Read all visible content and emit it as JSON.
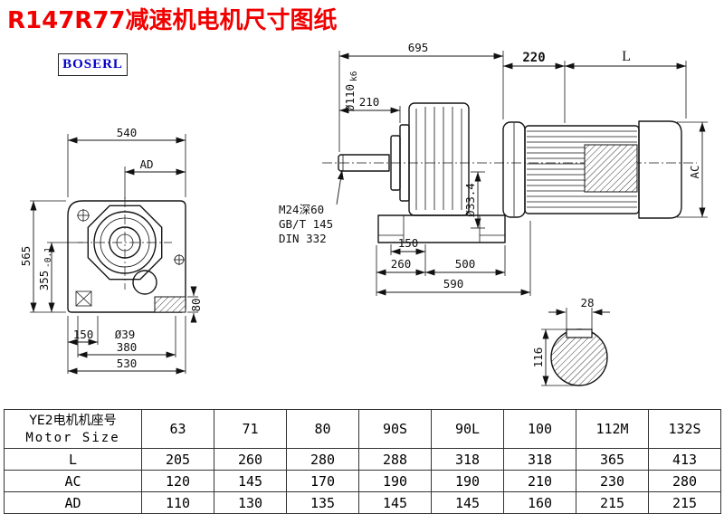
{
  "page": {
    "title": "R147R77减速机电机尺寸图纸",
    "logo": "BOSERL"
  },
  "front_view": {
    "dim_width_top": "540",
    "dim_ad": "AD",
    "dim_height": "565",
    "dim_axis_height": "355",
    "dim_axis_height_tol": "-0.1",
    "dim_foot_left": "150",
    "dim_bore": "Ø39",
    "dim_bolt_span": "380",
    "dim_base_width": "530",
    "dim_foot_height": "80"
  },
  "side_view": {
    "dim_gear_length": "695",
    "dim_flange_length": "220",
    "dim_motor_length": "L",
    "dim_shaft_length": "210",
    "dim_shaft_dia": "Ø110",
    "dim_shaft_dia_tol": "k6",
    "note_tap": "M24深60",
    "note_std1": "GB/T 145",
    "note_std2": "DIN 332",
    "dim_key": "Ø33.4",
    "dim_foot_front": "150",
    "dim_foot_offset": "260",
    "dim_foot_span": "500",
    "dim_base_length": "590",
    "dim_motor_dia": "AC"
  },
  "shaft_section": {
    "dim_key_width": "28",
    "dim_shaft_dia": "116"
  },
  "table": {
    "header_line1": "YE2电机机座号",
    "header_line2": "Motor Size",
    "sizes": [
      "63",
      "71",
      "80",
      "90S",
      "90L",
      "100",
      "112M",
      "132S"
    ],
    "rows": [
      {
        "label": "L",
        "values": [
          "205",
          "260",
          "280",
          "288",
          "318",
          "318",
          "365",
          "413"
        ]
      },
      {
        "label": "AC",
        "values": [
          "120",
          "145",
          "170",
          "190",
          "190",
          "210",
          "230",
          "280"
        ]
      },
      {
        "label": "AD",
        "values": [
          "110",
          "130",
          "135",
          "145",
          "145",
          "160",
          "215",
          "215"
        ]
      }
    ]
  }
}
